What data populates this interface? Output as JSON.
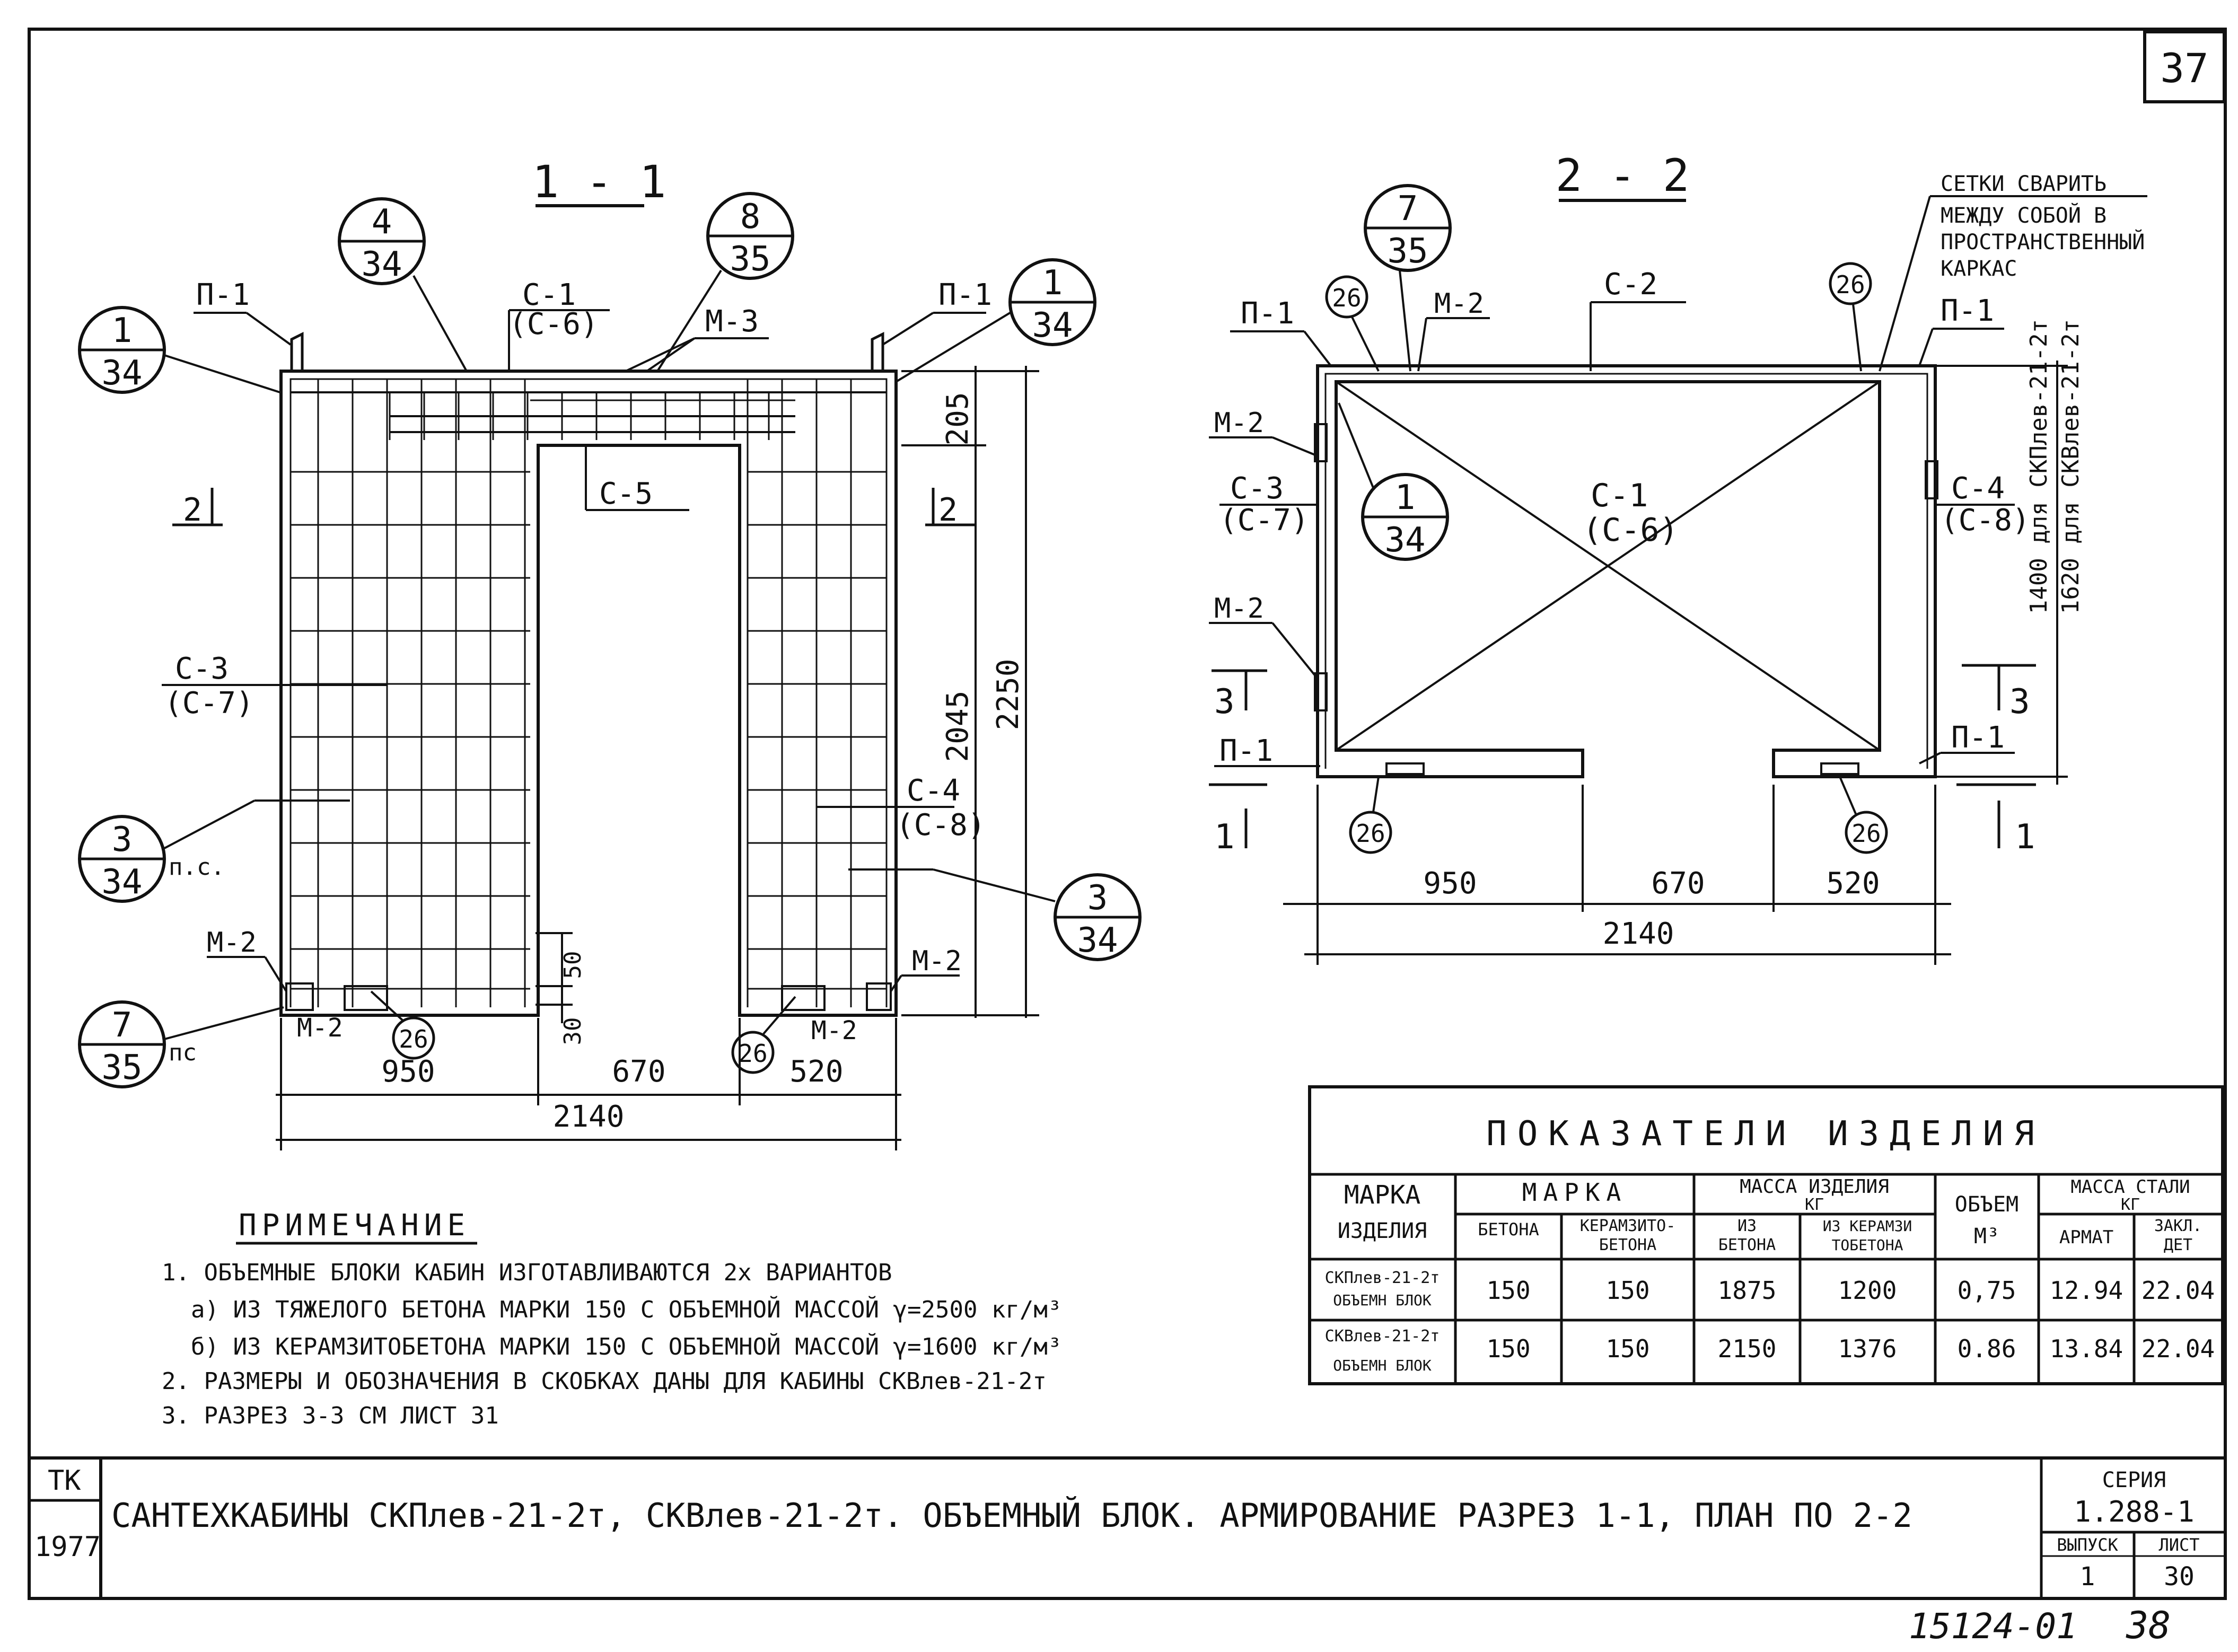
{
  "sheet": {
    "page_number": "37",
    "series_label": "СЕРИЯ",
    "series_value": "1.288-1",
    "issue_label": "ВЫПУСК",
    "issue_value": "1",
    "sheet_label": "ЛИСТ",
    "sheet_value": "30",
    "tk": "ТК",
    "year": "1977",
    "title": "САНТЕХКАБИНЫ СКПлев-21-2т, СКВлев-21-2т. ОБЪЕМНЫЙ БЛОК. АРМИРОВАНИЕ РАЗРЕЗ 1-1, ПЛАН ПО 2-2",
    "bottom_code": "15124-01",
    "bottom_num": "38"
  },
  "section_1_1": {
    "title": "1 - 1",
    "bubbles": [
      {
        "top": "1",
        "bottom": "34"
      },
      {
        "top": "4",
        "bottom": "34"
      },
      {
        "top": "8",
        "bottom": "35"
      },
      {
        "top": "1",
        "bottom": "34"
      },
      {
        "top": "3",
        "bottom": "34"
      },
      {
        "top": "3",
        "bottom": "34"
      },
      {
        "top": "7",
        "bottom": "35"
      }
    ],
    "labels": {
      "p1_left": "П-1",
      "p1_right": "П-1",
      "c1": "С-1",
      "c6": "(С-6)",
      "m3": "М-3",
      "c5": "С-5",
      "c3": "С-3",
      "c7": "(С-7)",
      "c4": "С-4",
      "c8": "(С-8)",
      "m2_left": "М-2",
      "m2_left_low": "М-2",
      "m2_right": "М-2",
      "m2_right_low": "М-2",
      "cut2_left": "2",
      "cut2_right": "2",
      "ps1": "п.с.",
      "ps2": "пс",
      "c26a": "26",
      "c26b": "26"
    },
    "dims": {
      "d205": "205",
      "d2045": "2045",
      "d2250": "2250",
      "d50": "50",
      "d30": "30",
      "d950": "950",
      "d670": "670",
      "d520": "520",
      "d2140": "2140"
    }
  },
  "section_2_2": {
    "title": "2 - 2",
    "bubble_top": {
      "top": "7",
      "bottom": "35"
    },
    "bubble_mid": {
      "top": "1",
      "bottom": "34"
    },
    "note": [
      "СЕТКИ СВАРИТЬ",
      "МЕЖДУ СОБОЙ В",
      "ПРОСТРАНСТВЕННЫЙ",
      "КАРКАС"
    ],
    "labels": {
      "p1_a": "П-1",
      "p1_b": "П-1",
      "p1_c": "П-1",
      "p1_d": "П-1",
      "m2_a": "М-2",
      "m2_b": "М-2",
      "m2_c": "М-2",
      "c2": "С-2",
      "c1": "С-1",
      "c6": "(С-6)",
      "c3": "С-3",
      "c7": "(С-7)",
      "c4": "С-4",
      "c8": "(С-8)",
      "c26": "26",
      "cut3": "3",
      "cut1": "1",
      "h1400": "1400 для СКПлев-21-2т",
      "h1620": "1620 для СКВлев-21-2т"
    },
    "dims": {
      "d950": "950",
      "d670": "670",
      "d520": "520",
      "d2140": "2140"
    }
  },
  "table": {
    "title": "ПОКАЗАТЕЛИ ИЗДЕЛИЯ",
    "h_marka_izd": [
      "МАРКА",
      "ИЗДЕЛИЯ"
    ],
    "h_marka": "МАРКА",
    "h_betona": "БЕТОНА",
    "h_keramz": [
      "КЕРАМЗИТО-",
      "БЕТОНА"
    ],
    "h_massa": [
      "МАССА ИЗДЕЛИЯ",
      "КГ"
    ],
    "h_iz_betona": [
      "ИЗ",
      "БЕТОНА"
    ],
    "h_iz_keramz": [
      "ИЗ КЕРАМЗИ",
      "ТОБЕТОНА"
    ],
    "h_obem": [
      "ОБЪЕМ",
      "М³"
    ],
    "h_massa_stali": [
      "МАССА СТАЛИ",
      "КГ"
    ],
    "h_armat": "АРМАТ",
    "h_zakl": [
      "ЗАКЛ.",
      "ДЕТ"
    ],
    "rows": [
      {
        "name": [
          "СКПлев-21-2т",
          "ОБЪЕМН БЛОК"
        ],
        "beton": "150",
        "keramz": "150",
        "m_beton": "1875",
        "m_keramz": "1200",
        "volume": "0,75",
        "armat": "12.94",
        "zakl": "22.04"
      },
      {
        "name": [
          "СКВлев-21-2т",
          "ОБЪЕМН БЛОК"
        ],
        "beton": "150",
        "keramz": "150",
        "m_beton": "2150",
        "m_keramz": "1376",
        "volume": "0.86",
        "armat": "13.84",
        "zakl": "22.04"
      }
    ]
  },
  "notes": {
    "title": "ПРИМЕЧАНИЕ",
    "lines": [
      "1. ОБЪЕМНЫЕ БЛОКИ КАБИН ИЗГОТАВЛИВАЮТСЯ 2х ВАРИАНТОВ",
      "а) ИЗ ТЯЖЕЛОГО БЕТОНА МАРКИ 150 С ОБЪЕМНОЙ МАССОЙ γ=2500 кг/м³",
      "б) ИЗ КЕРАМЗИТОБЕТОНА МАРКИ 150 С ОБЪЕМНОЙ МАССОЙ γ=1600 кг/м³",
      "2. РАЗМЕРЫ И ОБОЗНАЧЕНИЯ В СКОБКАХ ДАНЫ ДЛЯ КАБИНЫ СКВлев-21-2т",
      "3. РАЗРЕЗ 3-3 СМ ЛИСТ 31"
    ]
  }
}
